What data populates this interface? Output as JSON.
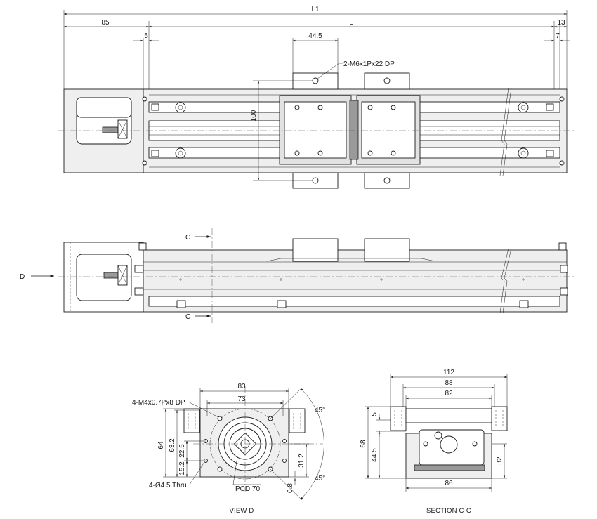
{
  "dimensions": {
    "overall_length": "L1",
    "stroke_length": "L",
    "motor_end": "85",
    "left_gap": "5",
    "right_end": "13",
    "right_gap": "7",
    "table_hole_pitch": "44.5",
    "table_width_pitch": "100",
    "view_d_width_outer": "83",
    "view_d_width_inner": "73",
    "view_d_height": "64",
    "view_d_63": "63.2",
    "view_d_225": "22.5",
    "view_d_152": "15.2",
    "view_d_312": "31.2",
    "view_d_08": "0.8",
    "angle_top": "45°",
    "angle_bottom": "45°",
    "section_width_outer": "112",
    "section_width_mid": "88",
    "section_width_inner": "82",
    "section_base": "86",
    "section_height": "68",
    "section_445": "44.5",
    "section_5": "5",
    "section_32": "32"
  },
  "callouts": {
    "table_tap": "2-M6x1Px22 DP",
    "motor_tap": "4-M4x0.7Px8 DP",
    "thru_holes": "4-Ø4.5 Thru.",
    "pcd": "PCD 70"
  },
  "section_markers": {
    "c_top": "C",
    "c_bottom": "C",
    "d_arrow": "D"
  },
  "captions": {
    "view_d": "VIEW D",
    "section_cc": "SECTION C-C"
  }
}
